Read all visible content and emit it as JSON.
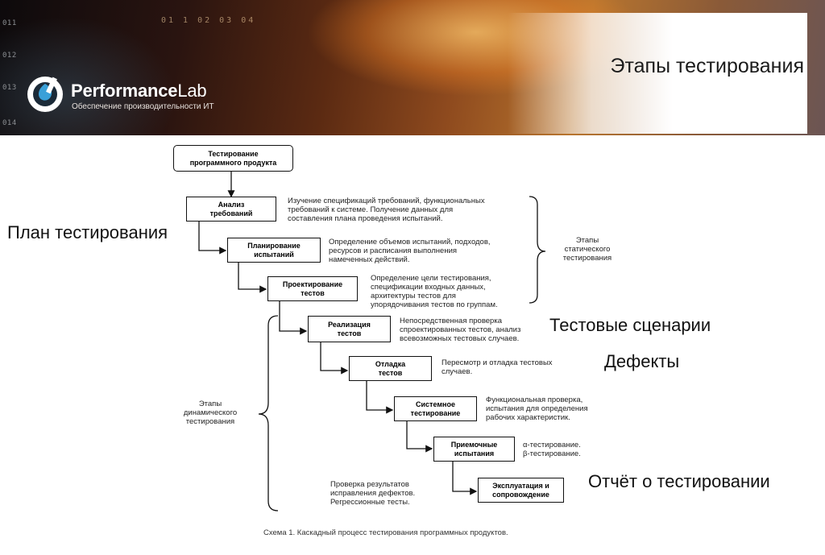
{
  "header": {
    "title": "Этапы тестирования",
    "side_numbers": [
      "011",
      "012",
      "013",
      "014"
    ],
    "top_numbers": "01 1 02 03 04",
    "logo": {
      "name_bold": "Performance",
      "name_light": "Lab",
      "tagline": "Обеспечение производительности ИТ"
    }
  },
  "diagram": {
    "root": "Тестирование\nпрограммного продукта",
    "stages": [
      {
        "label": "Анализ\nтребований",
        "desc": "Изучение спецификаций требований, функциональных\nтребований к системе. Получение данных для\nсоставления плана проведения испытаний."
      },
      {
        "label": "Планирование\nиспытаний",
        "desc": "Определение объемов испытаний, подходов,\nресурсов и расписания выполнения\nнамеченных действий."
      },
      {
        "label": "Проектирование\nтестов",
        "desc": "Определение цели тестирования,\nспецификации входных данных,\nархитектуры тестов для\nупорядочивания тестов по группам."
      },
      {
        "label": "Реализация\nтестов",
        "desc": "Непосредственная проверка\nспроектированных тестов, анализ\nвсевозможных тестовых случаев."
      },
      {
        "label": "Отладка\nтестов",
        "desc": "Пересмотр и отладка тестовых\nслучаев."
      },
      {
        "label": "Системное\nтестирование",
        "desc": "Функциональная проверка,\nиспытания для определения\nрабочих характеристик."
      },
      {
        "label": "Приемочные\nиспытания",
        "desc": "α-тестирование.\nβ-тестирование."
      },
      {
        "label": "Эксплуатация и\nсопровождение",
        "desc": ""
      }
    ],
    "static_label": "Этапы\nстатического\nтестирования",
    "dynamic_label": "Этапы\nдинамического\nтестирования",
    "regression_note": "Проверка результатов\nисправления дефектов.\nРегрессионные тесты.",
    "caption": "Схема 1. Каскадный процесс тестирования программных продуктов."
  },
  "annotations": {
    "plan": "План тестирования",
    "scenarios": "Тестовые сценарии",
    "defects": "Дефекты",
    "report": "Отчёт о тестировании"
  }
}
